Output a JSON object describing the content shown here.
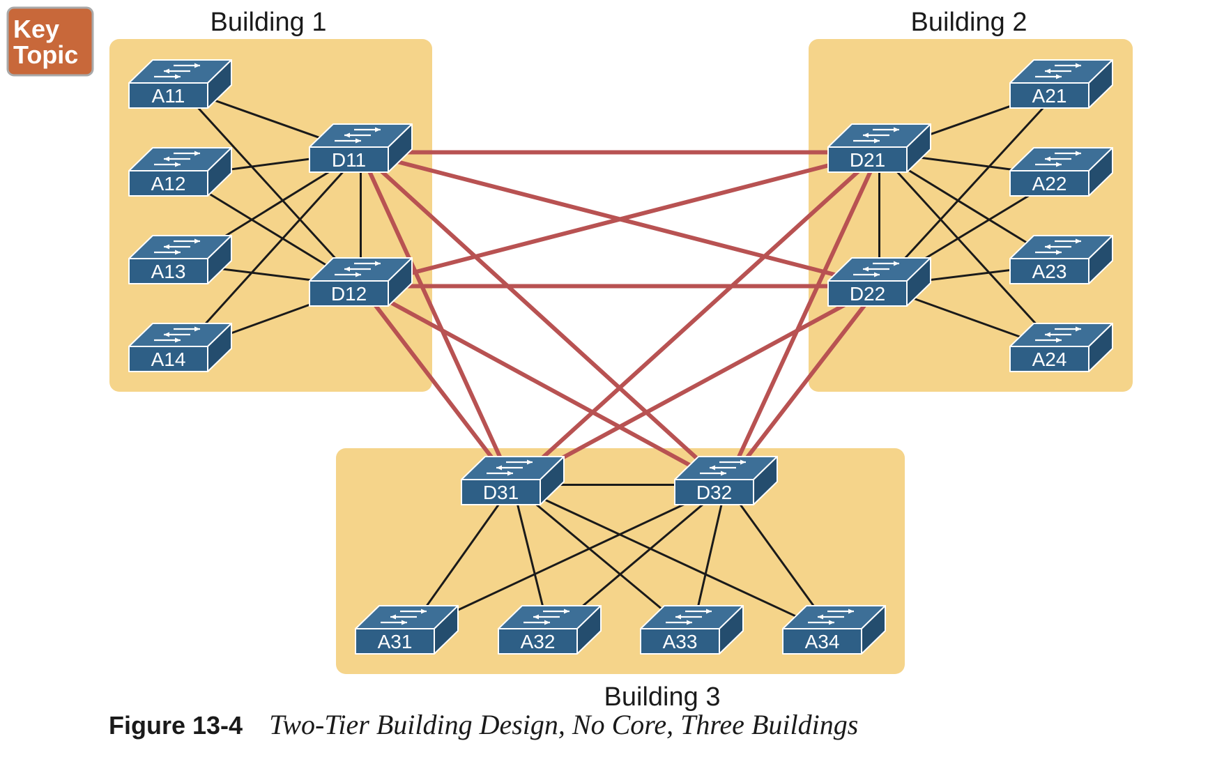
{
  "badge": {
    "line1": "Key",
    "line2": "Topic"
  },
  "buildings": [
    {
      "id": "b1",
      "label": "Building 1"
    },
    {
      "id": "b2",
      "label": "Building 2"
    },
    {
      "id": "b3",
      "label": "Building 3"
    }
  ],
  "switches": [
    {
      "id": "A11",
      "label": "A11",
      "role": "access",
      "building": "b1"
    },
    {
      "id": "A12",
      "label": "A12",
      "role": "access",
      "building": "b1"
    },
    {
      "id": "A13",
      "label": "A13",
      "role": "access",
      "building": "b1"
    },
    {
      "id": "A14",
      "label": "A14",
      "role": "access",
      "building": "b1"
    },
    {
      "id": "D11",
      "label": "D11",
      "role": "distribution",
      "building": "b1"
    },
    {
      "id": "D12",
      "label": "D12",
      "role": "distribution",
      "building": "b1"
    },
    {
      "id": "A21",
      "label": "A21",
      "role": "access",
      "building": "b2"
    },
    {
      "id": "A22",
      "label": "A22",
      "role": "access",
      "building": "b2"
    },
    {
      "id": "A23",
      "label": "A23",
      "role": "access",
      "building": "b2"
    },
    {
      "id": "A24",
      "label": "A24",
      "role": "access",
      "building": "b2"
    },
    {
      "id": "D21",
      "label": "D21",
      "role": "distribution",
      "building": "b2"
    },
    {
      "id": "D22",
      "label": "D22",
      "role": "distribution",
      "building": "b2"
    },
    {
      "id": "D31",
      "label": "D31",
      "role": "distribution",
      "building": "b3"
    },
    {
      "id": "D32",
      "label": "D32",
      "role": "distribution",
      "building": "b3"
    },
    {
      "id": "A31",
      "label": "A31",
      "role": "access",
      "building": "b3"
    },
    {
      "id": "A32",
      "label": "A32",
      "role": "access",
      "building": "b3"
    },
    {
      "id": "A33",
      "label": "A33",
      "role": "access",
      "building": "b3"
    },
    {
      "id": "A34",
      "label": "A34",
      "role": "access",
      "building": "b3"
    }
  ],
  "links": [
    {
      "from": "A11",
      "to": "D11",
      "kind": "access"
    },
    {
      "from": "A11",
      "to": "D12",
      "kind": "access"
    },
    {
      "from": "A12",
      "to": "D11",
      "kind": "access"
    },
    {
      "from": "A12",
      "to": "D12",
      "kind": "access"
    },
    {
      "from": "A13",
      "to": "D11",
      "kind": "access"
    },
    {
      "from": "A13",
      "to": "D12",
      "kind": "access"
    },
    {
      "from": "A14",
      "to": "D11",
      "kind": "access"
    },
    {
      "from": "A14",
      "to": "D12",
      "kind": "access"
    },
    {
      "from": "D11",
      "to": "D12",
      "kind": "access"
    },
    {
      "from": "A21",
      "to": "D21",
      "kind": "access"
    },
    {
      "from": "A21",
      "to": "D22",
      "kind": "access"
    },
    {
      "from": "A22",
      "to": "D21",
      "kind": "access"
    },
    {
      "from": "A22",
      "to": "D22",
      "kind": "access"
    },
    {
      "from": "A23",
      "to": "D21",
      "kind": "access"
    },
    {
      "from": "A23",
      "to": "D22",
      "kind": "access"
    },
    {
      "from": "A24",
      "to": "D21",
      "kind": "access"
    },
    {
      "from": "A24",
      "to": "D22",
      "kind": "access"
    },
    {
      "from": "D21",
      "to": "D22",
      "kind": "access"
    },
    {
      "from": "A31",
      "to": "D31",
      "kind": "access"
    },
    {
      "from": "A31",
      "to": "D32",
      "kind": "access"
    },
    {
      "from": "A32",
      "to": "D31",
      "kind": "access"
    },
    {
      "from": "A32",
      "to": "D32",
      "kind": "access"
    },
    {
      "from": "A33",
      "to": "D31",
      "kind": "access"
    },
    {
      "from": "A33",
      "to": "D32",
      "kind": "access"
    },
    {
      "from": "A34",
      "to": "D31",
      "kind": "access"
    },
    {
      "from": "A34",
      "to": "D32",
      "kind": "access"
    },
    {
      "from": "D31",
      "to": "D32",
      "kind": "access"
    },
    {
      "from": "D11",
      "to": "D21",
      "kind": "inter-building"
    },
    {
      "from": "D11",
      "to": "D22",
      "kind": "inter-building"
    },
    {
      "from": "D12",
      "to": "D21",
      "kind": "inter-building"
    },
    {
      "from": "D12",
      "to": "D22",
      "kind": "inter-building"
    },
    {
      "from": "D11",
      "to": "D31",
      "kind": "inter-building"
    },
    {
      "from": "D11",
      "to": "D32",
      "kind": "inter-building"
    },
    {
      "from": "D12",
      "to": "D31",
      "kind": "inter-building"
    },
    {
      "from": "D12",
      "to": "D32",
      "kind": "inter-building"
    },
    {
      "from": "D21",
      "to": "D31",
      "kind": "inter-building"
    },
    {
      "from": "D21",
      "to": "D32",
      "kind": "inter-building"
    },
    {
      "from": "D22",
      "to": "D31",
      "kind": "inter-building"
    },
    {
      "from": "D22",
      "to": "D32",
      "kind": "inter-building"
    }
  ],
  "caption": {
    "label": "Figure 13-4",
    "title": "Two-Tier Building Design, No Core, Three Buildings"
  },
  "colors": {
    "building_fill": "#F5D48A",
    "switch_front": "#2E5F86",
    "switch_top": "#3D6F97",
    "switch_side": "#244D6E",
    "switch_edge": "#FFFFFF",
    "access_link": "#1A1A1A",
    "inter_building_link": "#B85252",
    "badge_fill": "#C8683A",
    "badge_border": "#A9A9A9"
  },
  "icons": {
    "switch": "workgroup-switch-icon"
  }
}
